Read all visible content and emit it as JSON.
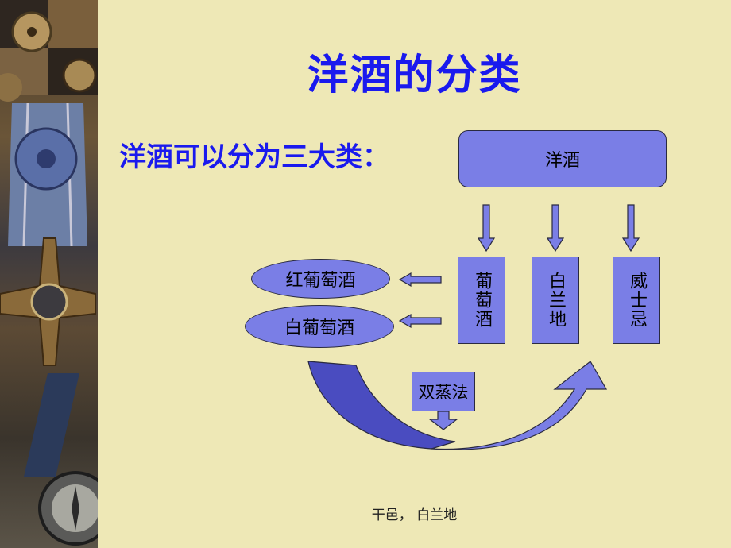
{
  "slide": {
    "title": "洋酒的分类",
    "subtitle": "洋酒可以分为三大类：",
    "root": "洋酒",
    "categories": [
      {
        "label": "葡萄酒"
      },
      {
        "label": "白兰地"
      },
      {
        "label": "威士忌"
      }
    ],
    "wine_types": [
      "红葡萄酒",
      "白葡萄酒"
    ],
    "method": "双蒸法",
    "footer": "干邑， 白兰地"
  },
  "colors": {
    "background": "#eee8b6",
    "title": "#1a1aee",
    "shape_fill": "#7a7ee6",
    "shape_dark": "#4a4cc0"
  }
}
